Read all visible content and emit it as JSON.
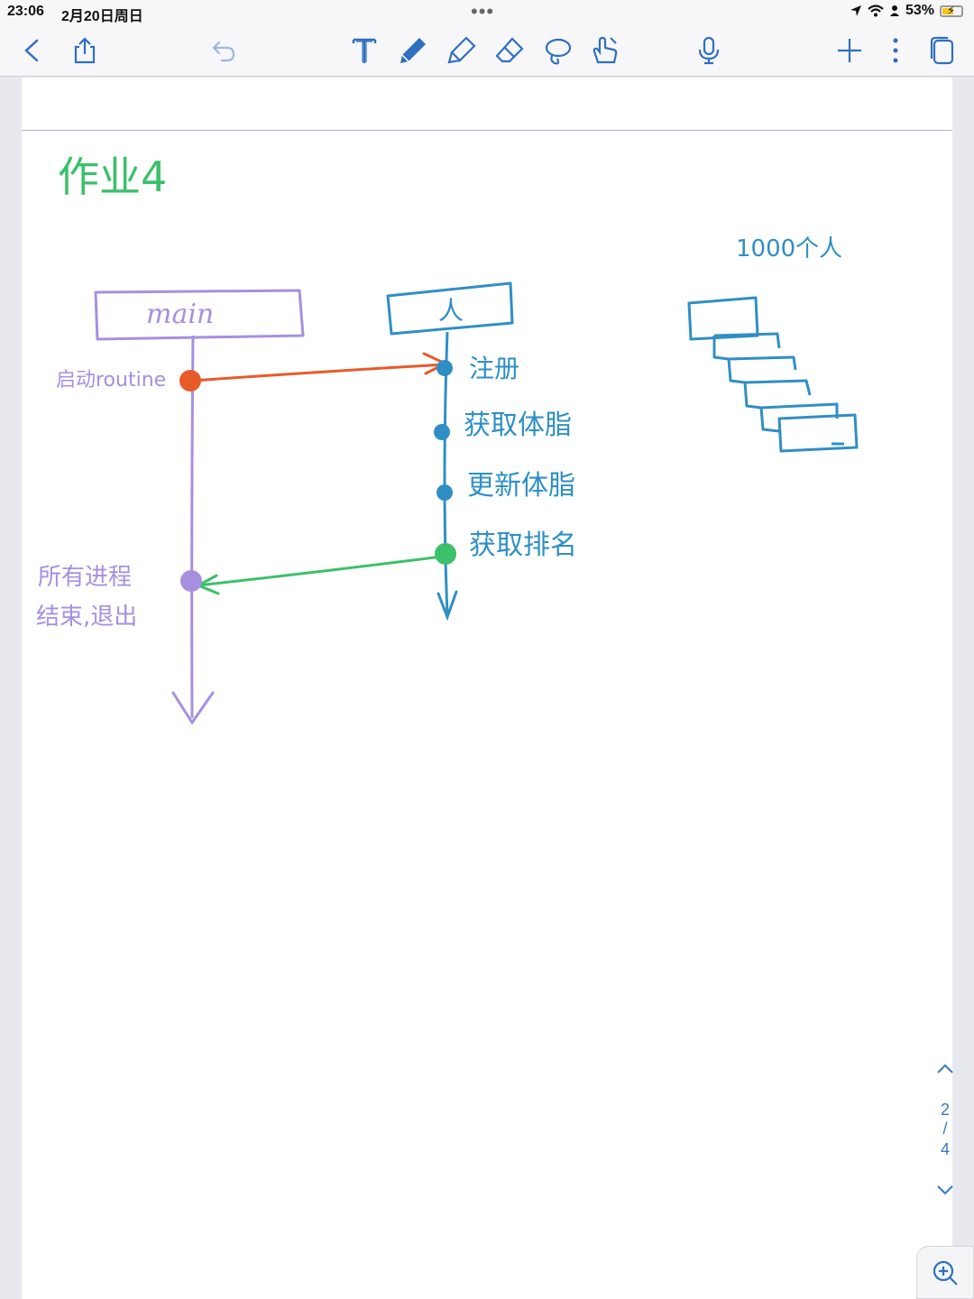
{
  "status_bar": {
    "time": "23:06",
    "date": "2月20日周日",
    "battery": "53%",
    "more_dots": "•••"
  },
  "toolbar": {
    "accent_color": "#2f6fbf",
    "left_tools": [
      "back-icon",
      "share-icon",
      "undo-icon"
    ],
    "center_tools": [
      "text-tool-icon",
      "pen-icon",
      "highlighter-icon",
      "eraser-icon",
      "lasso-icon",
      "pointer-hand-icon"
    ],
    "mic": "microphone-icon",
    "right_tools": [
      "add-icon",
      "more-icon",
      "pages-icon"
    ]
  },
  "note": {
    "title": "作业4",
    "title_color": "#3cc06a",
    "main_box_label": "main",
    "main_color": "#a78fe0",
    "person_box_label": "人",
    "person_color": "#2f8fc4",
    "start_label": "启动routine",
    "start_color": "#e85a2a",
    "end_label_line1": "所有进程",
    "end_label_line2": "结束,退出",
    "steps": [
      {
        "label": "注册",
        "color": "#2f8fc4"
      },
      {
        "label": "获取体脂",
        "color": "#2f8fc4"
      },
      {
        "label": "更新体脂",
        "color": "#2f8fc4"
      },
      {
        "label": "获取排名",
        "color": "#3cc06a"
      }
    ],
    "crowd_label": "1000个人"
  },
  "pager": {
    "current": "2",
    "separator": "/",
    "total": "4"
  }
}
